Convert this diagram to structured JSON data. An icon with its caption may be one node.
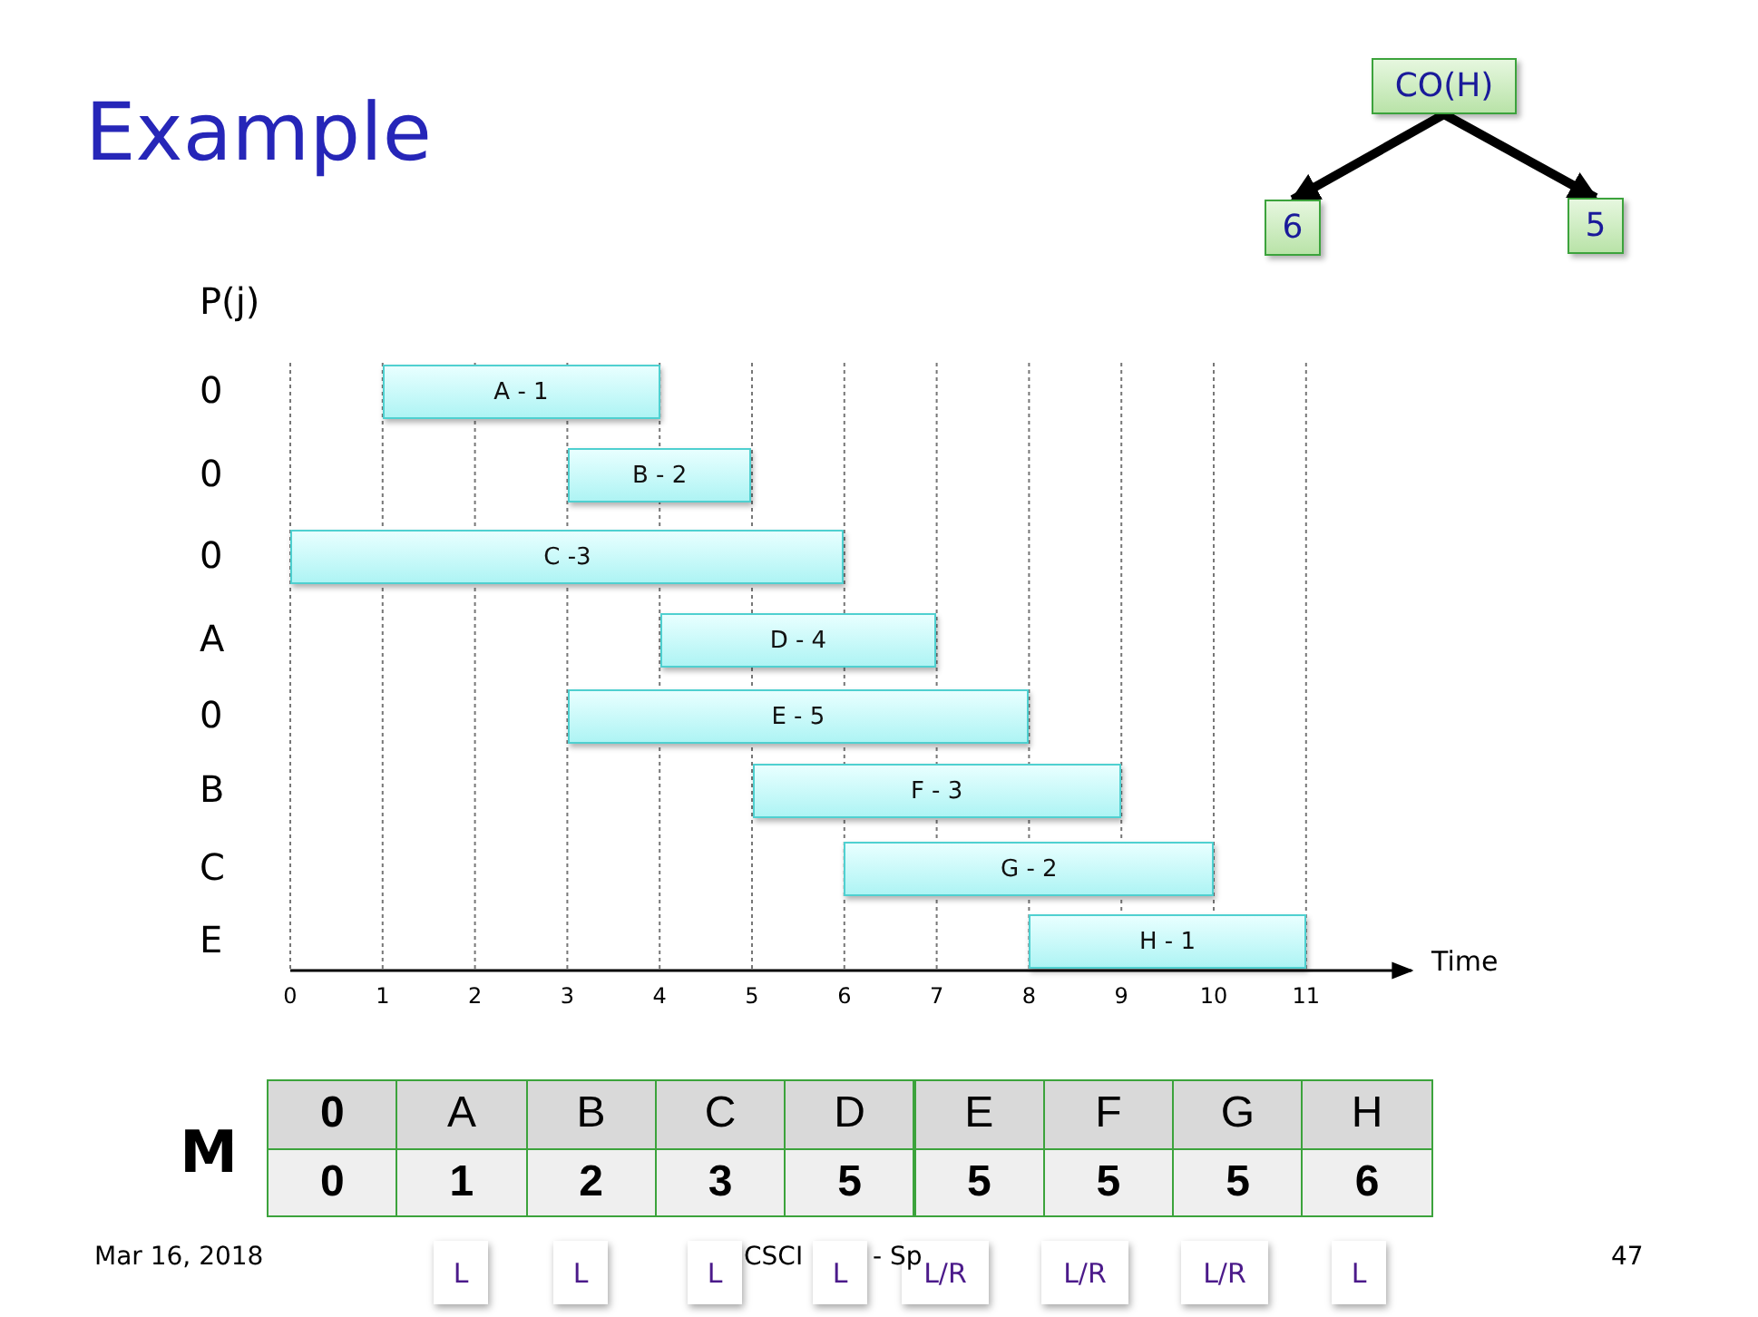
{
  "diagram": {
    "title": "Example",
    "nodes": [
      {
        "text": [
          "CO(H)"
        ]
      },
      {
        "text": [
          "6"
        ]
      },
      {
        "text": [
          "5"
        ]
      },
      {
        "text": [
          "A - 1"
        ]
      },
      {
        "text": [
          "B - 2"
        ]
      },
      {
        "text": [
          "C -3"
        ]
      },
      {
        "text": [
          "D - 4"
        ]
      },
      {
        "text": [
          "E - 5"
        ]
      },
      {
        "text": [
          "F - 3"
        ]
      },
      {
        "text": [
          "G - 2"
        ]
      },
      {
        "text": [
          "H - 1"
        ]
      },
      {
        "text": [
          "L"
        ]
      },
      {
        "text": [
          "L"
        ]
      },
      {
        "text": [
          "L"
        ]
      },
      {
        "text": [
          "L"
        ]
      },
      {
        "text": [
          "L/R"
        ]
      },
      {
        "text": [
          "L/R"
        ]
      },
      {
        "text": [
          "L/R"
        ]
      },
      {
        "text": [
          "L"
        ]
      }
    ],
    "edges": [
      {
        "from": 0,
        "to": 1,
        "arrow": "to"
      },
      {
        "from": 0,
        "to": 2,
        "arrow": "to"
      }
    ],
    "labels": [
      "P(j)",
      "0",
      "0",
      "0",
      "A",
      "0",
      "B",
      "C",
      "E",
      "0",
      "1",
      "2",
      "3",
      "4",
      "5",
      "6",
      "7",
      "8",
      "9",
      "10",
      "11",
      "Time",
      "M",
      "0",
      "A",
      "B",
      "C",
      "D",
      "E",
      "F",
      "G",
      "H",
      "0",
      "1",
      "2",
      "3",
      "5",
      "5",
      "5",
      "5",
      "6",
      "Mar 16, 2018",
      "CSCI",
      "- Sp",
      "47"
    ]
  }
}
